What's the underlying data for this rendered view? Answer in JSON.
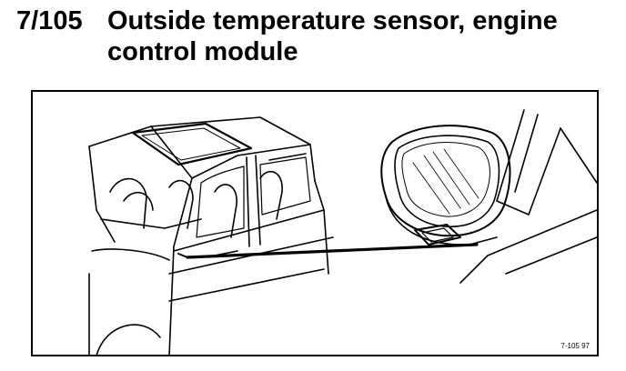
{
  "section": {
    "code": "7/105",
    "title": "Outside temperature sensor, engine control module"
  },
  "figure": {
    "reference": "7-105 97",
    "line_color": "#000000",
    "background_color": "#ffffff"
  }
}
